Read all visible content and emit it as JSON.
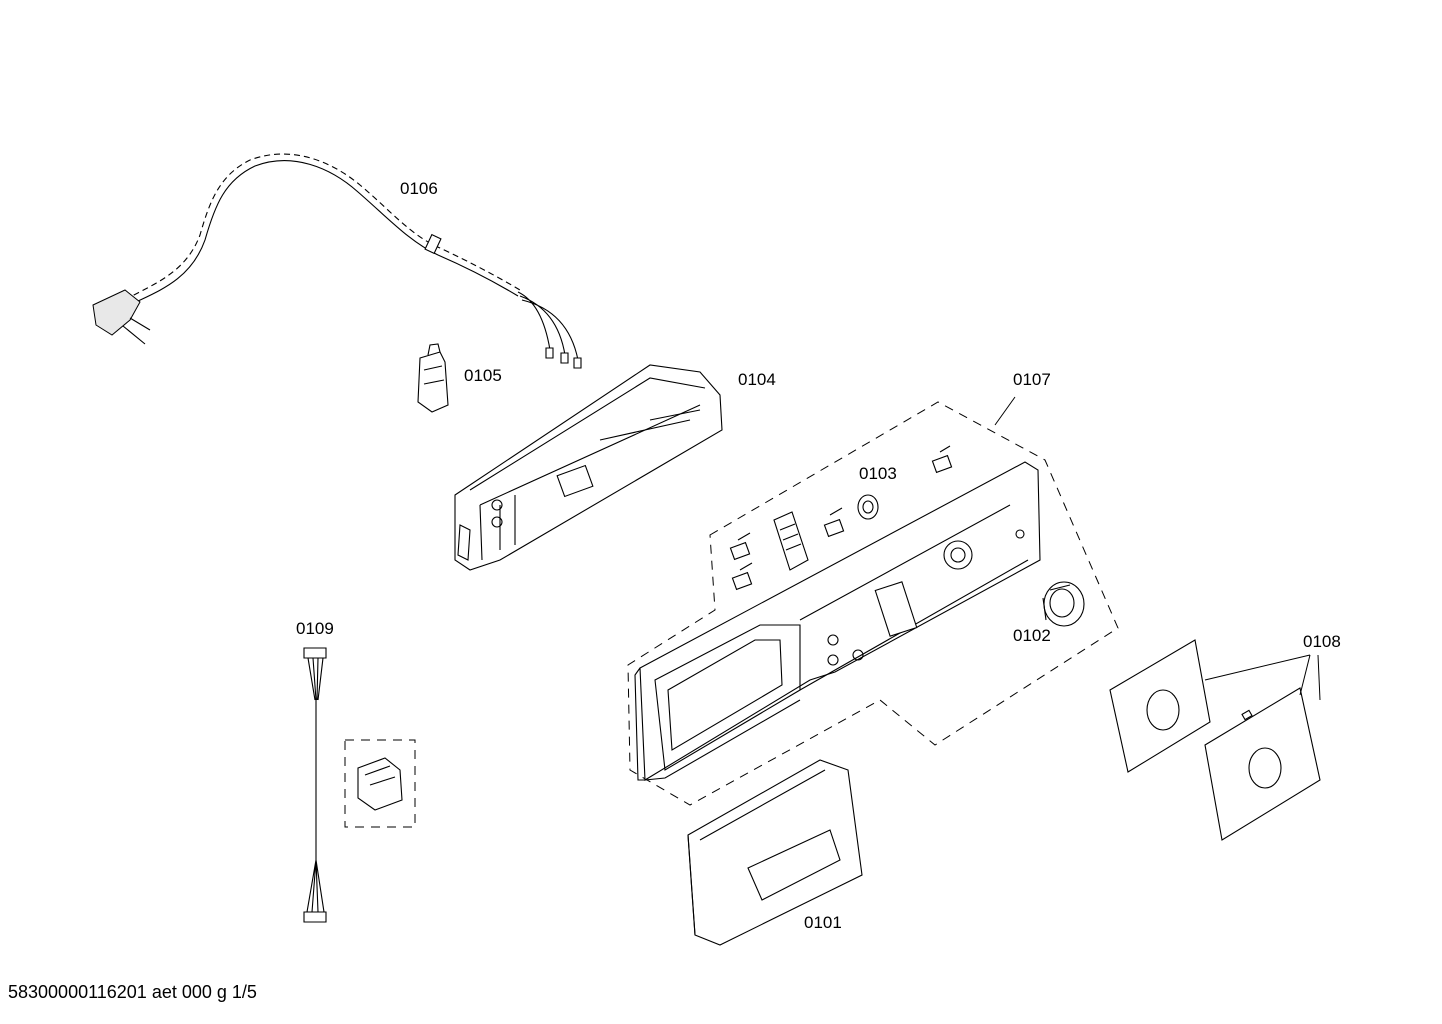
{
  "document_id": "58300000116201 aet 000 g 1/5",
  "parts": {
    "p0101": "0101",
    "p0102": "0102",
    "p0103": "0103",
    "p0104": "0104",
    "p0105": "0105",
    "p0106": "0106",
    "p0107": "0107",
    "p0108": "0108",
    "p0109": "0109"
  }
}
